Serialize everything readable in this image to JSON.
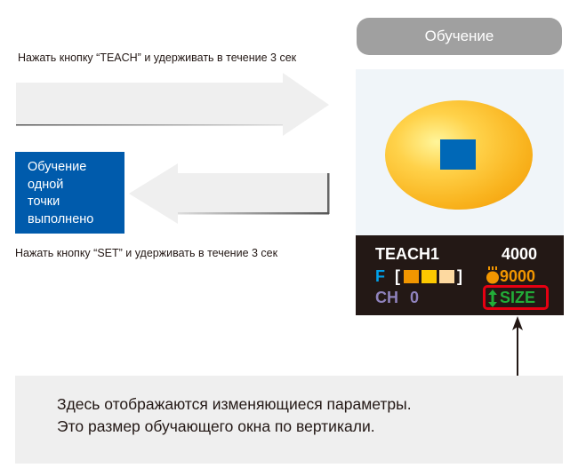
{
  "header": {
    "mode_label": "Обучение"
  },
  "steps": {
    "teach_instruction": "Нажать кнопку “TEACH” и удерживать в течение 3 сек",
    "set_instruction": "Нажать кнопку “SET” и удерживать в течение 3 сек",
    "result_line1": "Обучение",
    "result_line2": "одной",
    "result_line3": "точки",
    "result_line4": "выполнено"
  },
  "display": {
    "mode": "TEACH1",
    "value_top": "4000",
    "function_label": "F",
    "bracket_open": "[",
    "bracket_close": "]",
    "function_levels": [
      "#f29600",
      "#fcc800",
      "#fdd9a0"
    ],
    "threshold_value": "9000",
    "channel_label": "CH",
    "channel_value": "0",
    "size_label": "SIZE",
    "icons": {
      "threshold": "sun-drop-icon",
      "size": "vertical-double-arrow-icon"
    }
  },
  "note": {
    "line1": "Здесь отображаются изменяющиеся параметры.",
    "line2": "Это размер обучающего окна по вертикали."
  },
  "colors": {
    "status_blue": "#005bac",
    "pill_gray": "#a0a0a0",
    "display_bg": "#231815",
    "highlight_red": "#e60012",
    "size_green": "#22ac38",
    "f_blue": "#00a0e9",
    "ch_purple": "#8f82bc",
    "threshold_orange": "#f29600"
  }
}
